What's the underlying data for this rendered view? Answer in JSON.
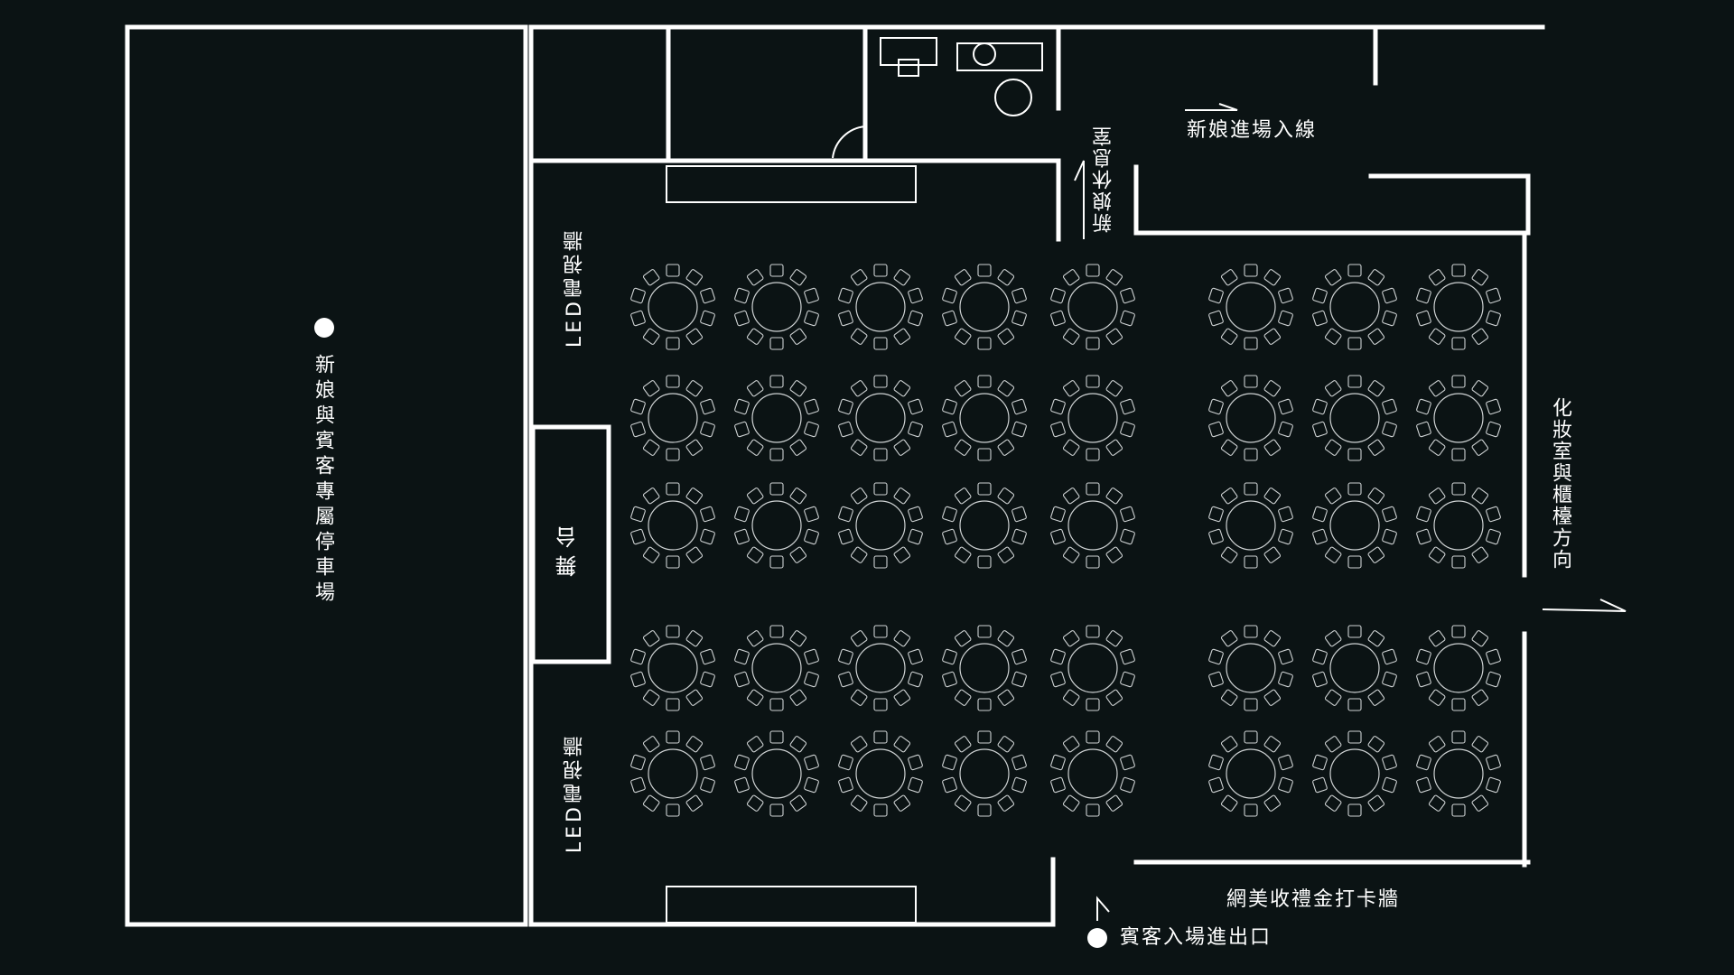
{
  "colors": {
    "background": "#0b1314",
    "wall": "#ffffff",
    "furniture": "#cfd3d4"
  },
  "labels": {
    "parking": "新娘與賓客專屬停車場",
    "led_wall_top": "LED電視牆",
    "led_wall_bottom": "LED電視牆",
    "stage": "舞台",
    "bride_lounge": "新娘休息室",
    "bride_entrance": "新娘進場入線",
    "makeup_counter": "化妝室與櫃檯方向",
    "photo_wall": "網美收禮金打卡牆",
    "guest_entrance": "賓客入場進出口"
  },
  "tables": {
    "chairs_per_table": 10,
    "count": 40,
    "blocks": [
      {
        "name": "left-upper",
        "rows": 3,
        "cols": 5
      },
      {
        "name": "right-upper",
        "rows": 3,
        "cols": 3
      },
      {
        "name": "left-lower",
        "rows": 2,
        "cols": 5
      },
      {
        "name": "right-lower",
        "rows": 2,
        "cols": 3
      }
    ]
  }
}
